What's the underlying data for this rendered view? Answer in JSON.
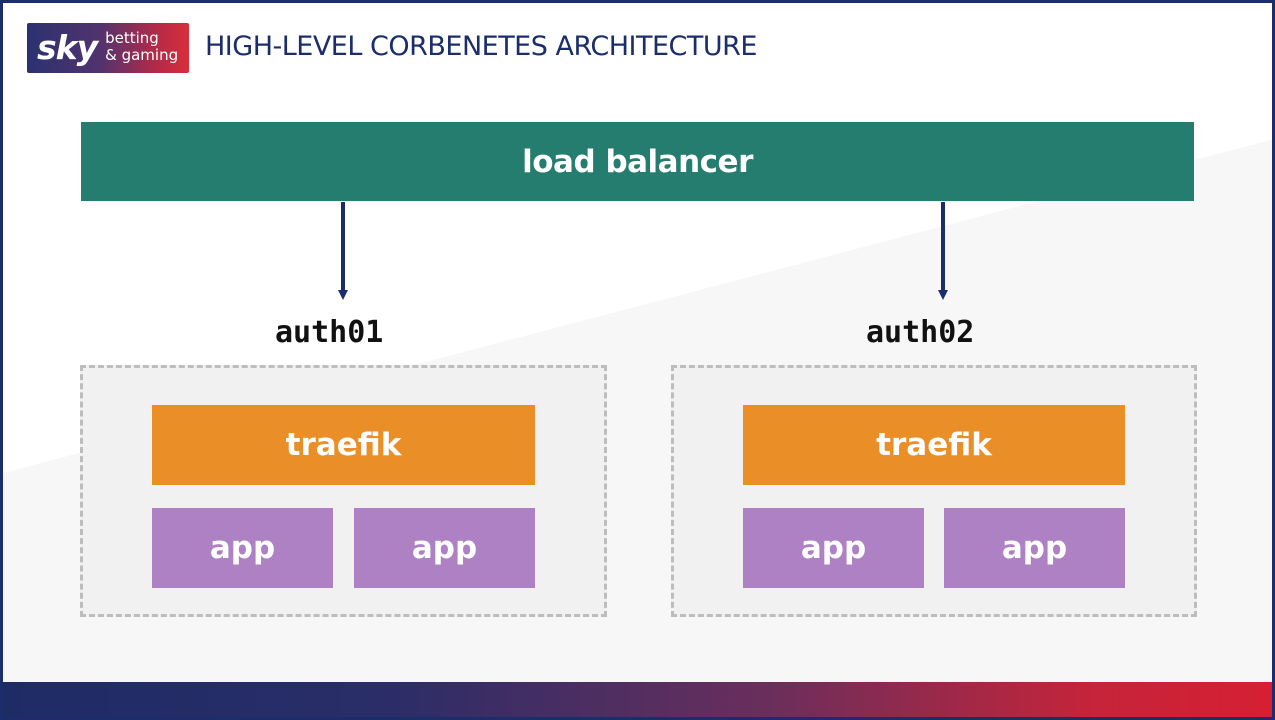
{
  "header": {
    "logo": {
      "brand": "sky",
      "line1": "betting",
      "line2": "& gaming"
    },
    "title": "HIGH-LEVEL CORBENETES ARCHITECTURE"
  },
  "diagram": {
    "load_balancer": "load balancer",
    "nodes": [
      {
        "name": "auth01",
        "proxy": "traefik",
        "apps": [
          "app",
          "app"
        ]
      },
      {
        "name": "auth02",
        "proxy": "traefik",
        "apps": [
          "app",
          "app"
        ]
      }
    ]
  },
  "colors": {
    "brand_navy": "#1c2d6b",
    "load_balancer": "#257d6f",
    "traefik": "#ea8f27",
    "app": "#ae80c4",
    "host_border": "#bdbdbd",
    "host_fill": "#f1f1f1"
  }
}
